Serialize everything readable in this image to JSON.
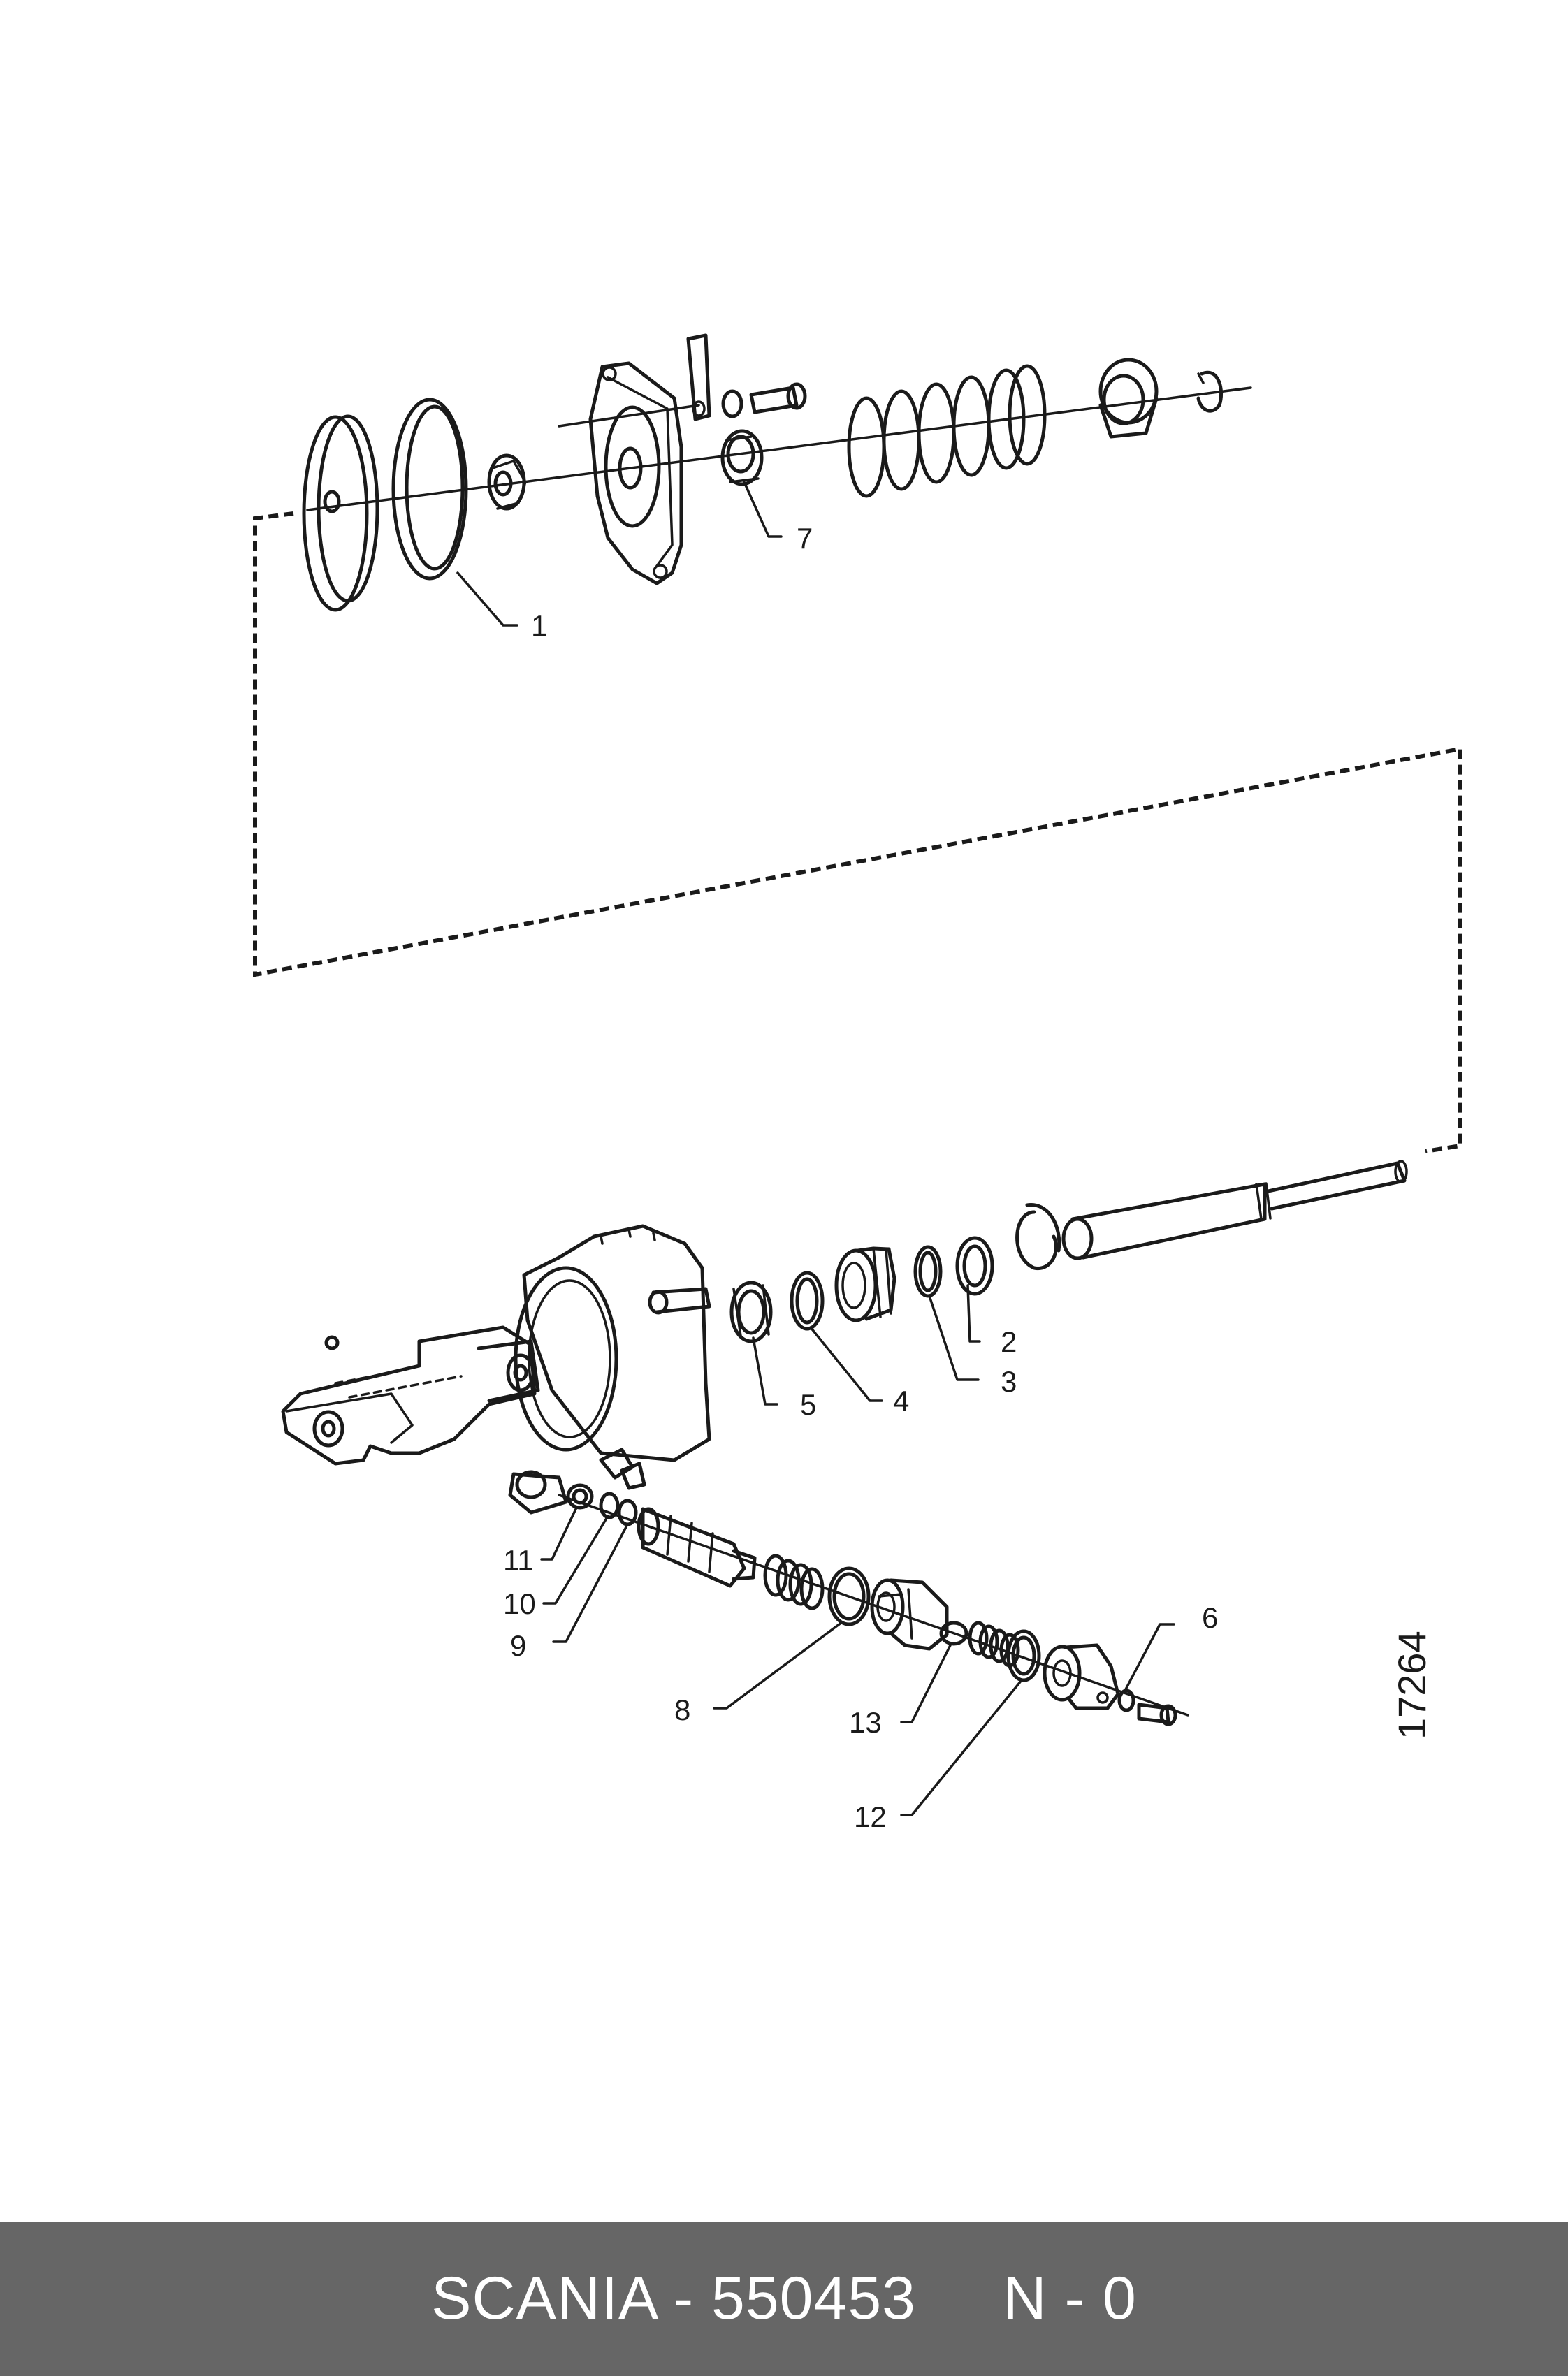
{
  "diagram": {
    "drawing_number": "17264",
    "callouts": [
      "1",
      "2",
      "3",
      "4",
      "5",
      "6",
      "7",
      "8",
      "9",
      "10",
      "11",
      "12",
      "13"
    ]
  },
  "footer": {
    "label": "SCANIA - 550453     N - 0",
    "background": "#666666",
    "text_color": "#ffffff"
  }
}
